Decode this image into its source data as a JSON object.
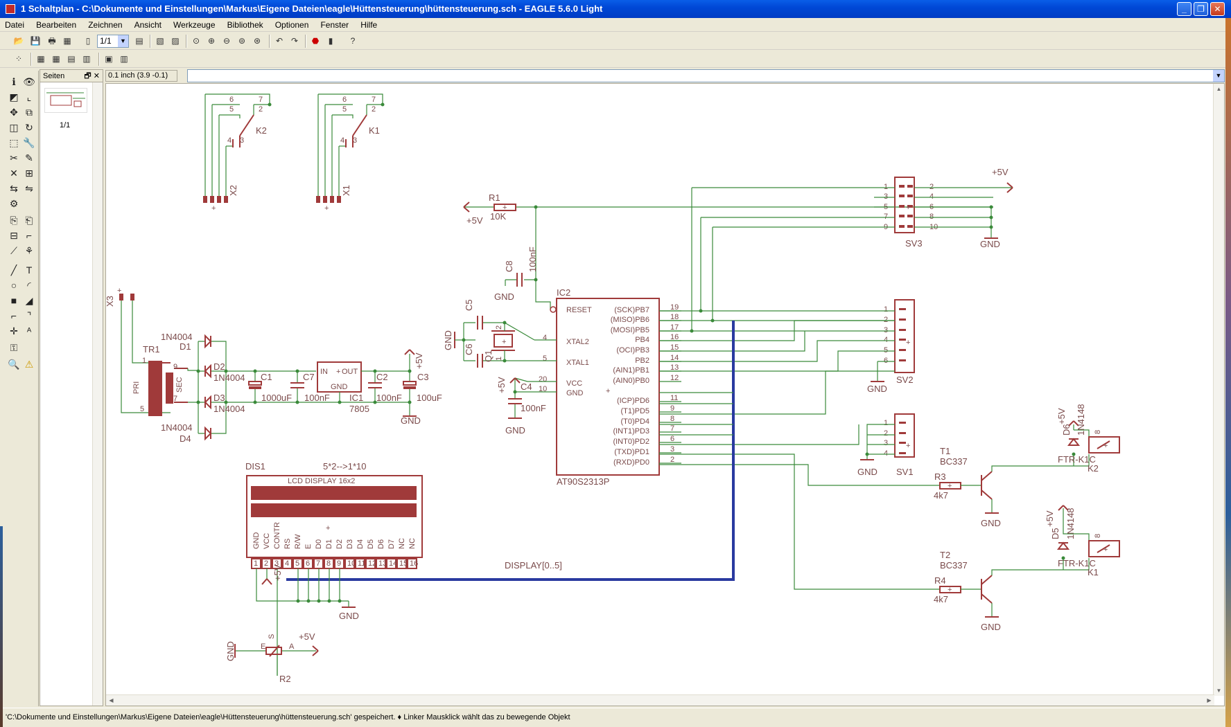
{
  "window": {
    "title": "1 Schaltplan - C:\\Dokumente und Einstellungen\\Markus\\Eigene Dateien\\eagle\\Hüttensteuerung\\hüttensteuerung.sch - EAGLE 5.6.0 Light"
  },
  "menu": [
    "Datei",
    "Bearbeiten",
    "Zeichnen",
    "Ansicht",
    "Werkzeuge",
    "Bibliothek",
    "Optionen",
    "Fenster",
    "Hilfe"
  ],
  "toolbar": {
    "zoom_value": "1/1"
  },
  "pages_panel": {
    "title": "Seiten",
    "page_label": "1/1"
  },
  "coord_readout": "0.1 inch (3.9 -0.1)",
  "status": "'C:\\Dokumente und Einstellungen\\Markus\\Eigene Dateien\\eagle\\Hüttensteuerung\\hüttensteuerung.sch' gespeichert.  ♦ Linker Mausklick wählt das zu bewegende Objekt",
  "schematic": {
    "relays_top": [
      {
        "name": "K2",
        "connector": "X2",
        "pins": [
          "6",
          "7",
          "5",
          "2",
          "4",
          "3"
        ]
      },
      {
        "name": "K1",
        "connector": "X1",
        "pins": [
          "6",
          "7",
          "5",
          "2",
          "4",
          "3"
        ]
      }
    ],
    "r1": {
      "name": "R1",
      "value": "10K",
      "supply": "+5V"
    },
    "c8": {
      "name": "C8",
      "value": "100nF",
      "gnd": "GND"
    },
    "ic2": {
      "name": "IC2",
      "part": "AT90S2313P",
      "left_pins": [
        "RESET",
        "XTAL2",
        "XTAL1",
        "VCC",
        "GND"
      ],
      "left_nums": [
        "4",
        "5",
        "20",
        "10"
      ],
      "right_pins": [
        "(SCK)PB7",
        "(MISO)PB6",
        "(MOSI)PB5",
        "PB4",
        "(OCI)PB3",
        "PB2",
        "(AIN1)PB1",
        "(AIN0)PB0",
        "(ICP)PD6",
        "(T1)PD5",
        "(T0)PD4",
        "(INT1)PD3",
        "(INT0)PD2",
        "(TXD)PD1",
        "(RXD)PD0"
      ],
      "right_nums": [
        "19",
        "18",
        "17",
        "16",
        "15",
        "14",
        "13",
        "12",
        "11",
        "9",
        "8",
        "7",
        "6",
        "3",
        "2"
      ]
    },
    "crystal": {
      "c5": "C5",
      "c6": "C6",
      "q1": "Q1",
      "gnd": "GND",
      "pin1": "1",
      "pin2": "2"
    },
    "c4": {
      "name": "C4",
      "value": "100nF",
      "supply": "+5V",
      "gnd": "GND"
    },
    "sv3": {
      "name": "SV3",
      "left_pins": [
        "1",
        "3",
        "5",
        "7",
        "9"
      ],
      "right_pins": [
        "2",
        "4",
        "6",
        "8",
        "10"
      ],
      "supply": "+5V",
      "gnd": "GND"
    },
    "sv2": {
      "name": "SV2",
      "pins": [
        "1",
        "2",
        "3",
        "4",
        "5",
        "6"
      ],
      "gnd": "GND"
    },
    "sv1": {
      "name": "SV1",
      "pins": [
        "1",
        "2",
        "3",
        "4"
      ],
      "gnd": "GND"
    },
    "power": {
      "connector": "X3",
      "transformer": "TR1",
      "pri": "PRI",
      "sec": "SEC",
      "tr_pins": [
        "1",
        "5",
        "9",
        "7"
      ],
      "diodes": [
        {
          "name": "D1",
          "value": "1N4004"
        },
        {
          "name": "D2",
          "value": "1N4004"
        },
        {
          "name": "D3",
          "value": "1N4004"
        },
        {
          "name": "D4",
          "value": "1N4004"
        }
      ],
      "c1": {
        "name": "C1",
        "value": "1000uF"
      },
      "c7": {
        "name": "C7",
        "value": "100nF"
      },
      "ic1": {
        "name": "IC1",
        "part": "7805",
        "in": "IN",
        "out": "OUT",
        "gnd": "GND"
      },
      "c2": {
        "name": "C2",
        "value": "100nF"
      },
      "c3": {
        "name": "C3",
        "value": "100uF"
      },
      "supply": "+5V",
      "gnd": "GND"
    },
    "lcd": {
      "name": "DIS1",
      "note": "5*2-->1*10",
      "title": "LCD DISPLAY 16x2",
      "pin_names": [
        "GND",
        "VCC",
        "CONTR",
        "RS",
        "R/W",
        "E",
        "D0",
        "D1",
        "D2",
        "D3",
        "D4",
        "D5",
        "D6",
        "D7",
        "NC",
        "NC"
      ],
      "pin_nums": [
        "1",
        "2",
        "3",
        "4",
        "5",
        "6",
        "7",
        "8",
        "9",
        "10",
        "11",
        "12",
        "13",
        "14",
        "15",
        "16"
      ],
      "supply": "+5V",
      "gnd": "GND",
      "bus": "DISPLAY[0..5]"
    },
    "r2": {
      "name": "R2",
      "e": "E",
      "s": "S",
      "a": "A",
      "supply": "+5V",
      "gnd": "GND"
    },
    "drivers": [
      {
        "t": "T1",
        "tpart": "BC337",
        "r": "R3",
        "rval": "4k7",
        "d": "D6",
        "dval": "1N4148",
        "k": "K2",
        "kpart": "FTR-K1C",
        "supply": "+5V",
        "gnd": "GND",
        "pin": "8"
      },
      {
        "t": "T2",
        "tpart": "BC337",
        "r": "R4",
        "rval": "4k7",
        "d": "D5",
        "dval": "1N4148",
        "k": "K1",
        "kpart": "FTR-K1C",
        "supply": "+5V",
        "gnd": "GND",
        "pin": "8"
      }
    ]
  }
}
